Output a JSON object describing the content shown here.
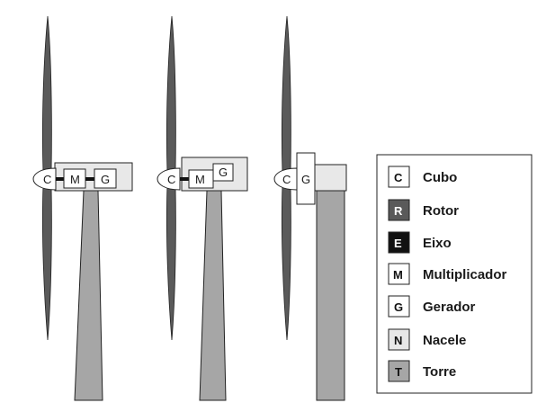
{
  "colors": {
    "blade": "#5a5a5a",
    "tower": "#a6a6a6",
    "nacelle": "#e8e8e8",
    "outline": "#222222",
    "box": "#ffffff",
    "shaft": "#111111"
  },
  "turbines": [
    {
      "hub": "C",
      "multiplier": "M",
      "generator": "G"
    },
    {
      "hub": "C",
      "multiplier": "M",
      "generator": "G"
    },
    {
      "hub": "C",
      "generator": "G"
    }
  ],
  "legend": {
    "items": [
      {
        "key": "C",
        "label": "Cubo",
        "fill": "#ffffff",
        "text_color": "#111111"
      },
      {
        "key": "R",
        "label": "Rotor",
        "fill": "#5a5a5a",
        "text_color": "#ffffff"
      },
      {
        "key": "E",
        "label": "Eixo",
        "fill": "#111111",
        "text_color": "#ffffff"
      },
      {
        "key": "M",
        "label": "Multiplicador",
        "fill": "#ffffff",
        "text_color": "#111111"
      },
      {
        "key": "G",
        "label": "Gerador",
        "fill": "#ffffff",
        "text_color": "#111111"
      },
      {
        "key": "N",
        "label": "Nacele",
        "fill": "#e8e8e8",
        "text_color": "#111111"
      },
      {
        "key": "T",
        "label": "Torre",
        "fill": "#a6a6a6",
        "text_color": "#111111"
      }
    ]
  }
}
